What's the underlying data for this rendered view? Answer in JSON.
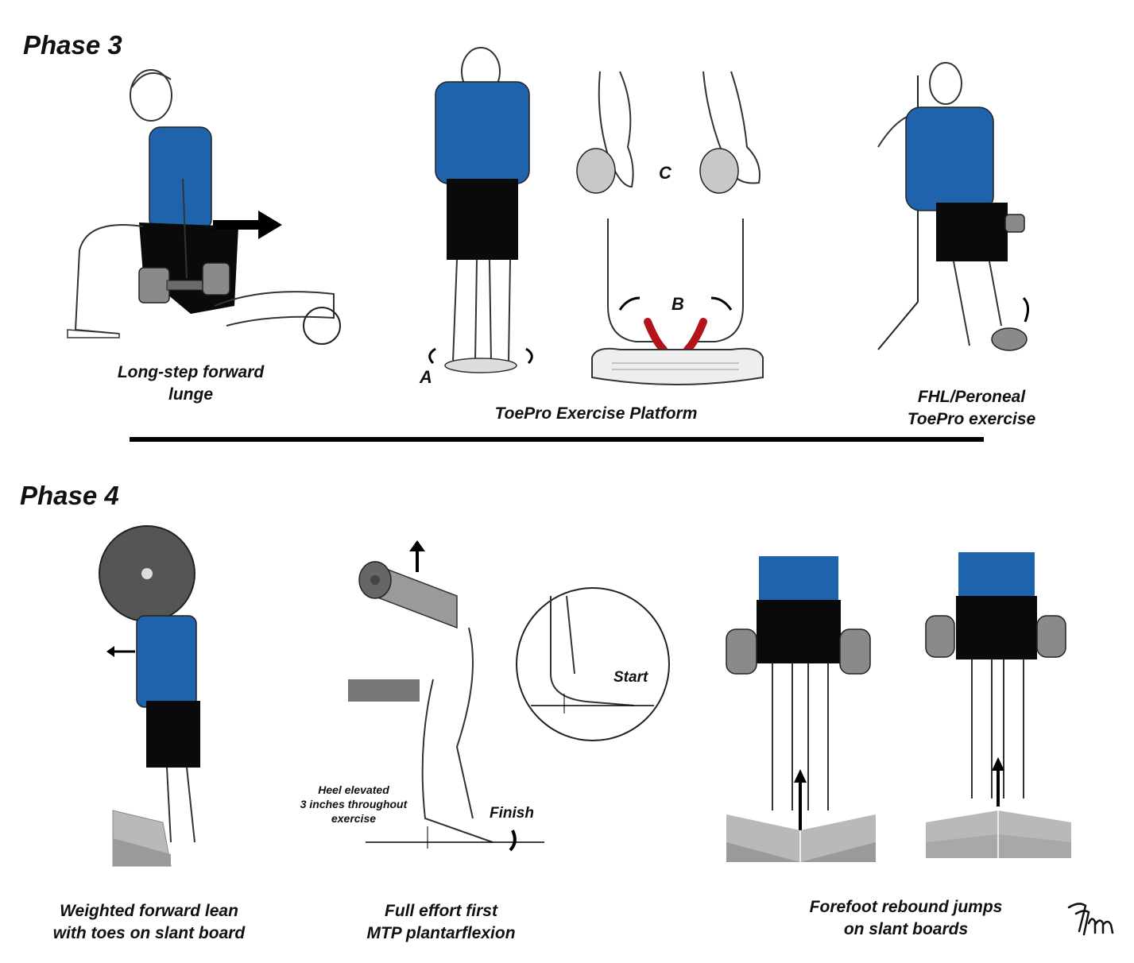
{
  "phase3": {
    "title": "Phase 3",
    "exercises": [
      {
        "caption_lines": [
          "Long-step forward",
          "lunge"
        ]
      },
      {
        "caption_lines": [
          "ToePro Exercise Platform"
        ],
        "labels": {
          "a": "A",
          "b": "B",
          "c": "C"
        }
      },
      {
        "caption_lines": [
          "FHL/Peroneal",
          "ToePro exercise"
        ]
      }
    ]
  },
  "phase4": {
    "title": "Phase 4",
    "exercises": [
      {
        "caption_lines": [
          "Weighted forward lean",
          "with toes on slant board"
        ]
      },
      {
        "caption_lines": [
          "Full effort first",
          "MTP plantarflexion"
        ],
        "labels": {
          "start": "Start",
          "finish": "Finish",
          "note_lines": [
            "Heel elevated",
            "3 inches throughout",
            "exercise"
          ]
        }
      },
      {
        "caption_lines": [
          "Forefoot rebound jumps",
          "on slant boards"
        ]
      }
    ]
  },
  "colors": {
    "shirt": "#1f63ad",
    "shorts": "#0a0a0a",
    "weight": "#8a8a8a",
    "muscle": "#b3141b",
    "board": "#b9b9b9"
  }
}
